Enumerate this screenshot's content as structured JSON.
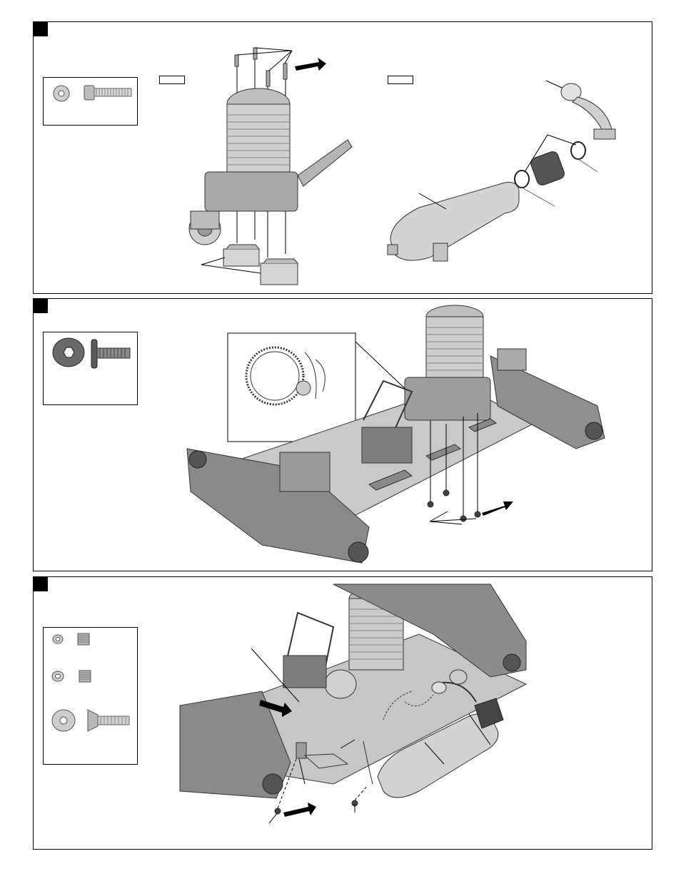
{
  "page": {
    "steps": 3
  },
  "panels": [
    {
      "id": "step-1",
      "label_boxes": 2,
      "parts": [
        "washer-icon",
        "cap-screw-icon"
      ]
    },
    {
      "id": "step-2",
      "parts": [
        "flanged-washer-icon",
        "button-screw-icon"
      ]
    },
    {
      "id": "step-3",
      "parts": [
        "small-washer-icon",
        "set-screw-icon",
        "large-washer-icon",
        "countersunk-screw-icon"
      ]
    }
  ],
  "colors": {
    "line": "#000000",
    "part_gray": "#9a9a9a",
    "metal_light": "#d8d8d8",
    "metal_dark": "#555555"
  }
}
